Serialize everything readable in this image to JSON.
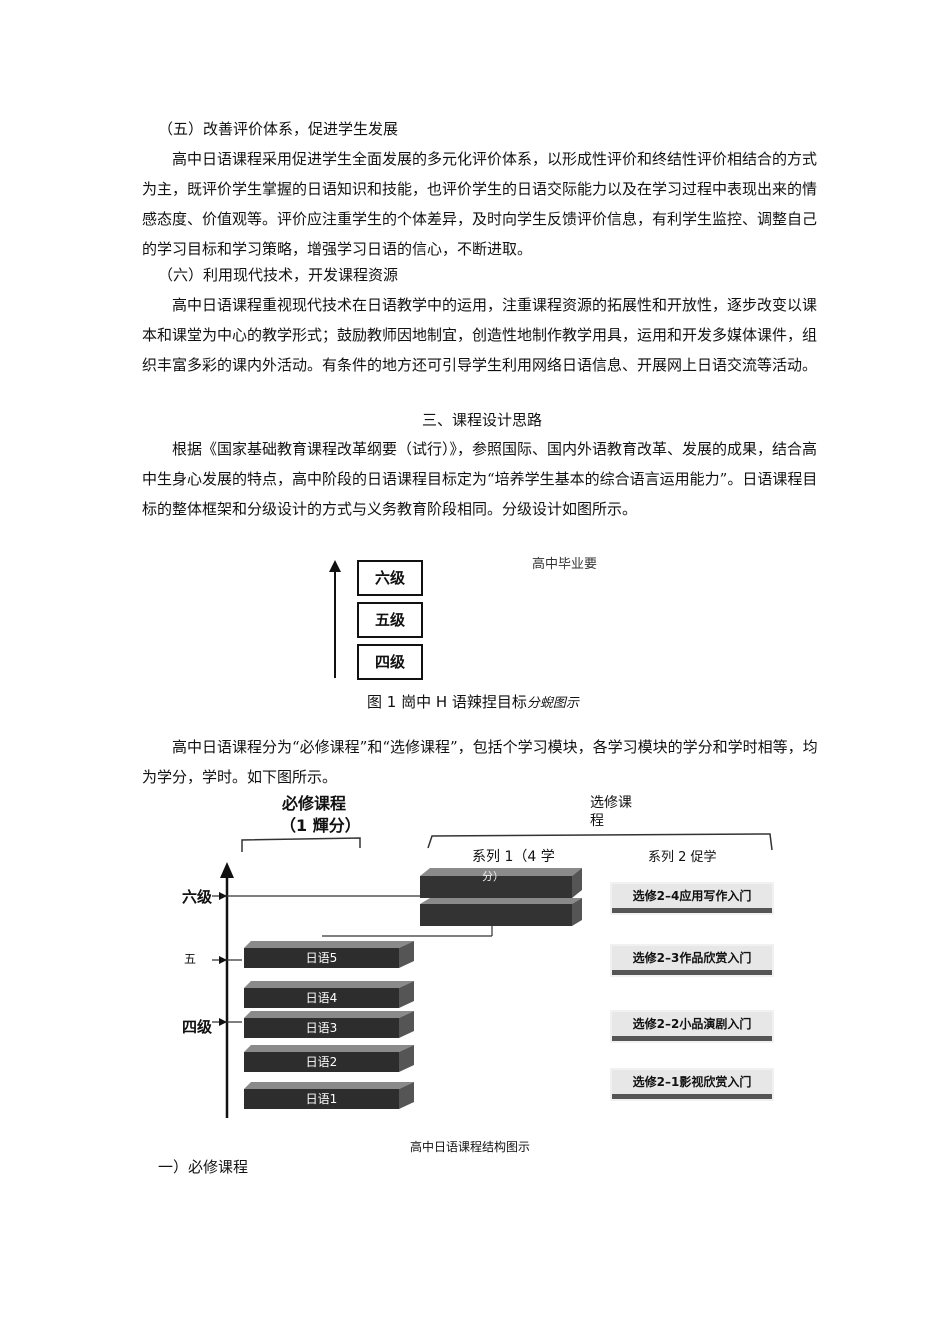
{
  "section5": {
    "heading": "（五）改善评价体系，促进学生发展",
    "paragraph": "高中日语课程采用促进学生全面发展的多元化评价体系，以形成性评价和终结性评价相结合的方式为主，既评价学生掌握的日语知识和技能，也评价学生的日语交际能力以及在学习过程中表现出来的情感态度、价值观等。评价应注重学生的个体差异，及时向学生反馈评价信息，有利学生监控、调整自己的学习目标和学习策略，增强学习日语的信心，不断进取。"
  },
  "section6": {
    "heading": "（六）利用现代技术，开发课程资源",
    "paragraph": "高中日语课程重视现代技术在日语教学中的运用，注重课程资源的拓展性和开放性，逐步改变以课本和课堂为中心的教学形式；鼓励教师因地制宜，创造性地制作教学用具，运用和开发多媒体课件，组织丰富多彩的课内外活动。有条件的地方还可引导学生利用网络日语信息、开展网上日语交流等活动。"
  },
  "section3": {
    "title": "三、课程设计思路",
    "paragraph": "根据《国家基础教育课程改革纲要（试行）》，参照国际、国内外语教育改革、发展的成果，结合高中生身心发展的特点，高中阶段的日语课程目标定为“培养学生基本的综合语言运用能力”。日语课程目标的整体框架和分级设计的方式与义务教育阶段相同。分级设计如图所示。"
  },
  "figure1": {
    "levels": [
      "六级",
      "五级",
      "四级"
    ],
    "faint_label": "高中毕业要",
    "caption_main": "图 1 崗中 H 语辣捏目标",
    "caption_small": "分蜺图示"
  },
  "paragraph_after_fig1": "高中日语课程分为“必修课程”和“选修课程”，包括个学习模块，各学习模块的学分和学时相等，均为学分，学时。如下图所示。",
  "figure2": {
    "compulsory_title": "必修课程",
    "compulsory_credits": "（1 輝分）",
    "elective_title_line1": "选修课",
    "elective_title_line2": "程",
    "series1": "系列 1（4 学",
    "series1_cont": "分）",
    "series2": "系列 2 促学",
    "levels": [
      "六级",
      "五",
      "四级"
    ],
    "modules": [
      "日语5",
      "日语4",
      "日语3",
      "日语2",
      "日语1"
    ],
    "electives": [
      "选修2–4应用写作入门",
      "选修2–3作品欣赏入门",
      "选修2–2小品演剧入门",
      "选修2–1影视欣赏入门"
    ],
    "caption": "高中日语课程结构图示"
  },
  "subsection1": "一）必修课程"
}
